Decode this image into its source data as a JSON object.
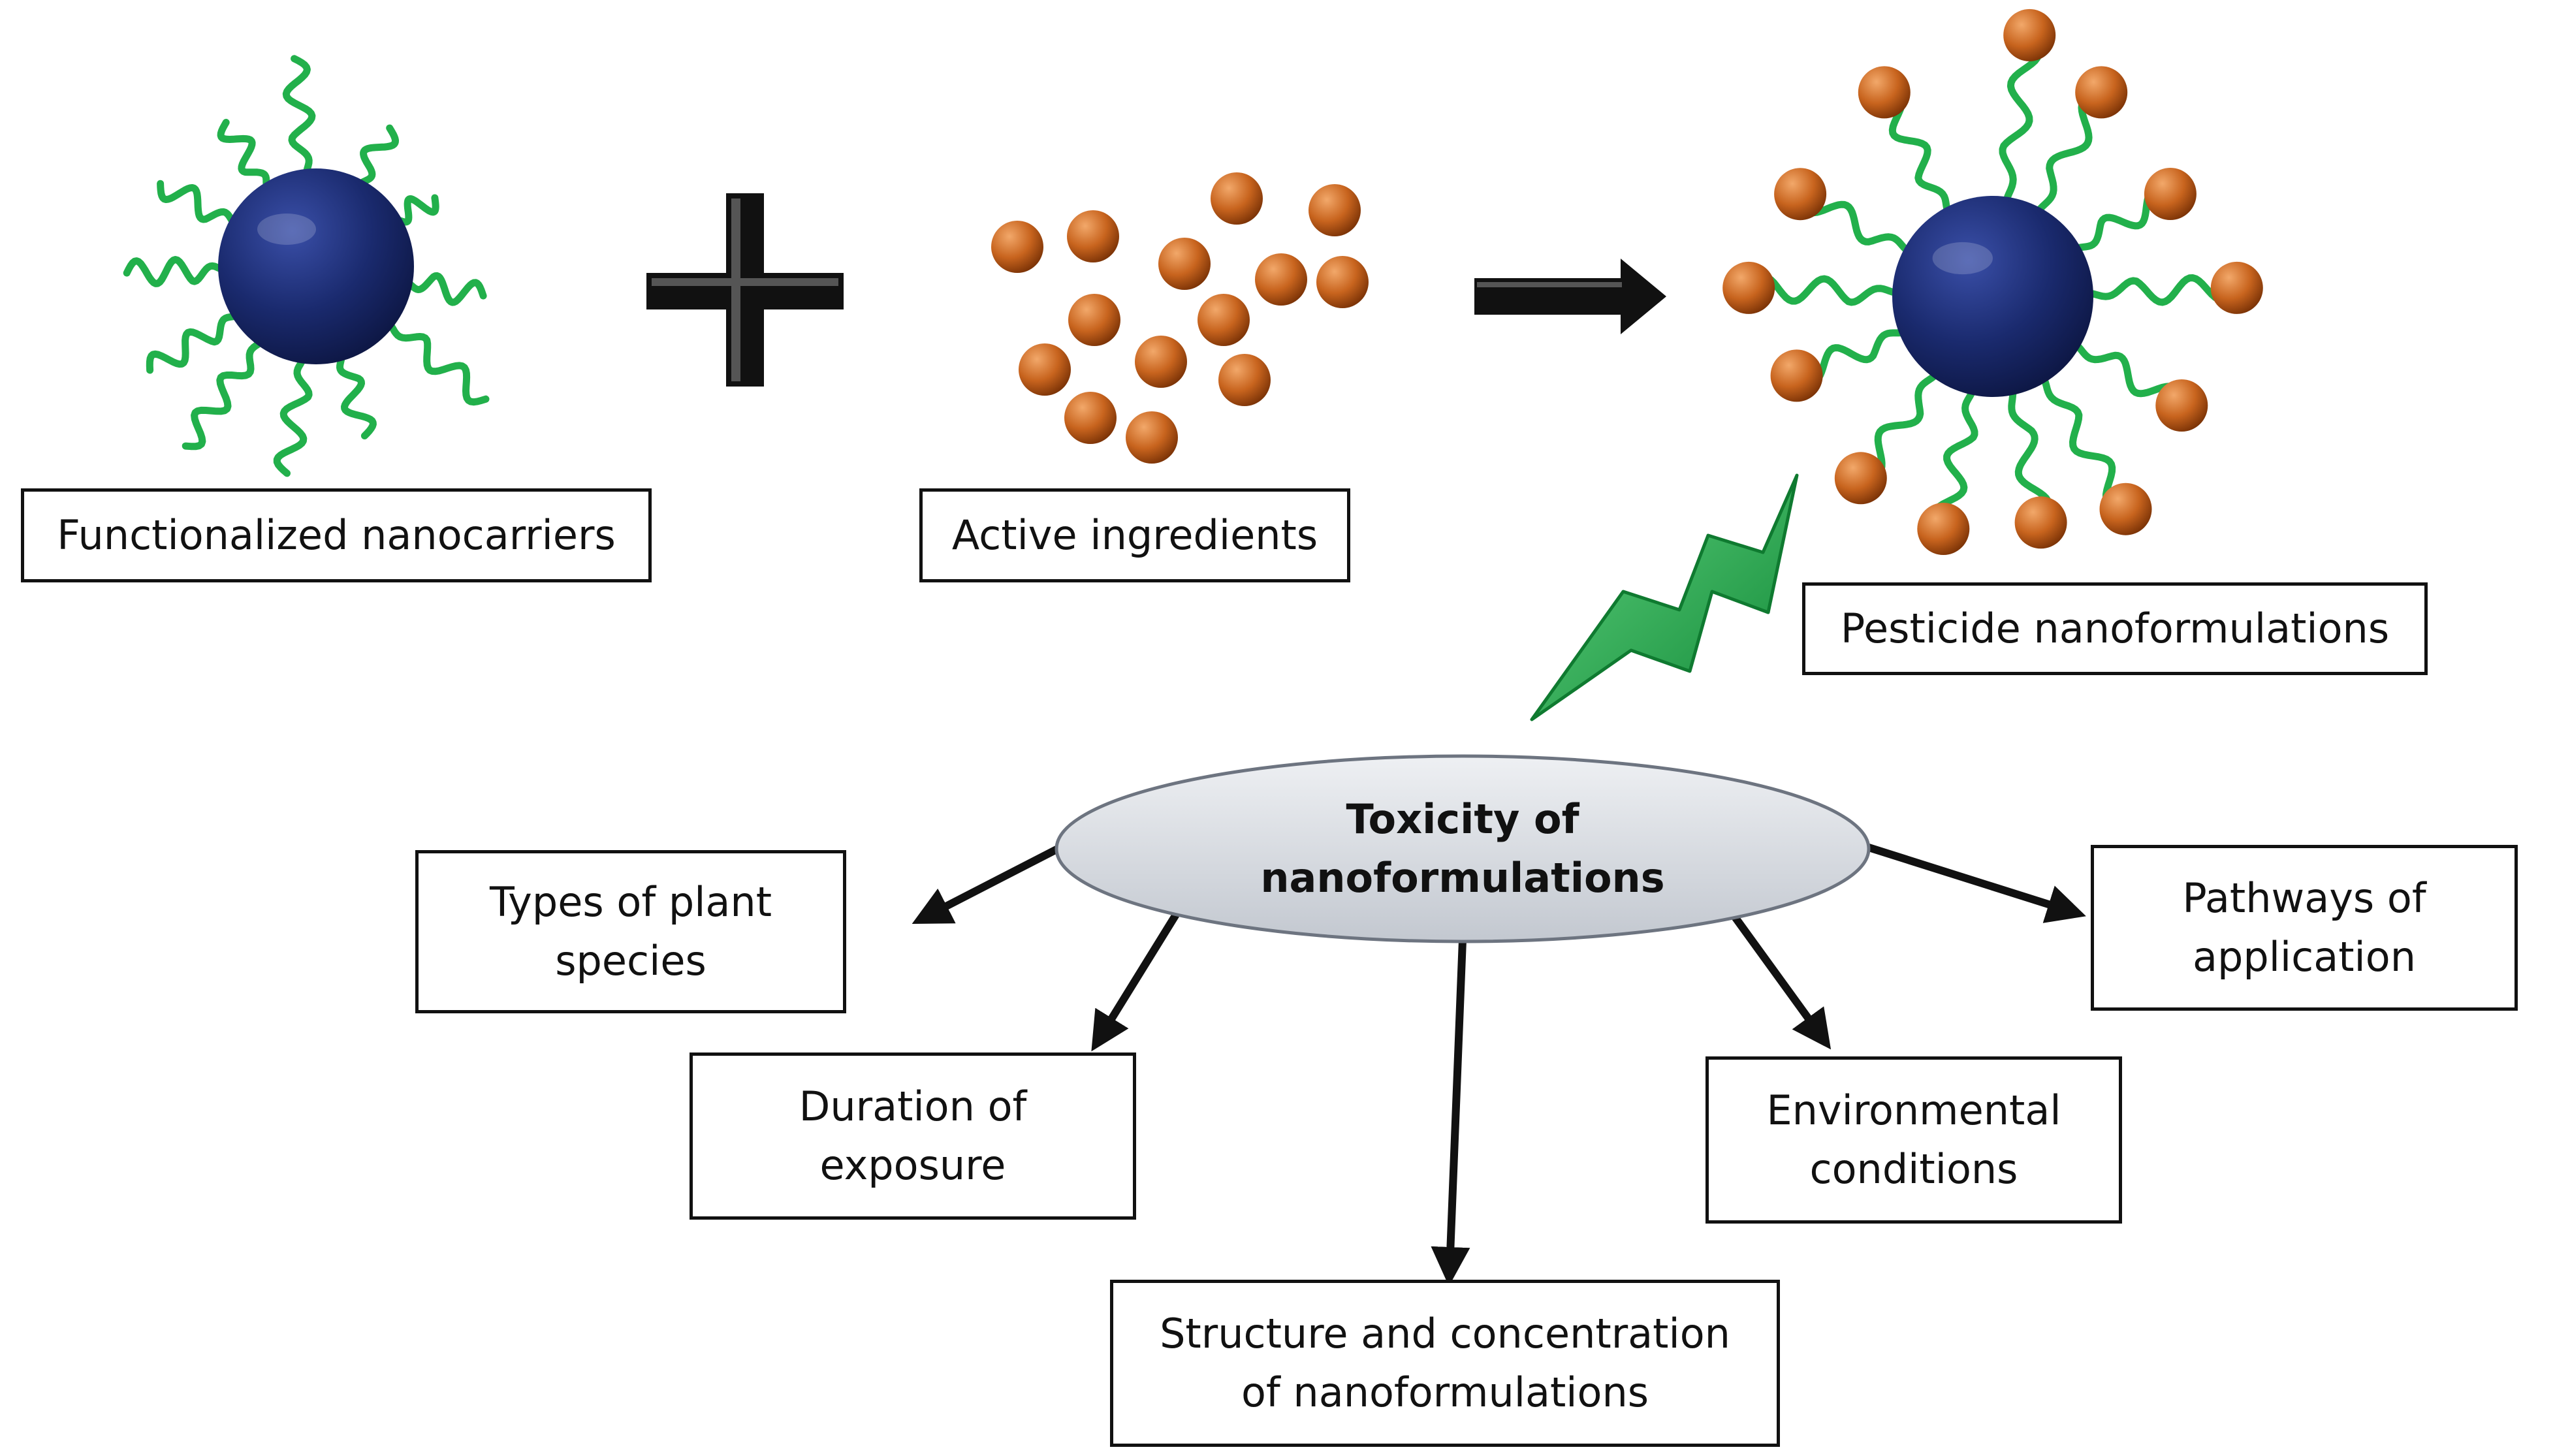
{
  "top_row": {
    "nanocarriers_label": "Functionalized nanocarriers",
    "active_ingredients_label": "Active ingredients",
    "pesticide_label": "Pesticide nanoformulations"
  },
  "center": {
    "line1": "Toxicity of",
    "line2": "nanoformulations"
  },
  "factors": {
    "plant_species": {
      "line1": "Types of plant",
      "line2": "species"
    },
    "duration": {
      "line1": "Duration of",
      "line2": "exposure"
    },
    "structure": {
      "line1": "Structure and concentration",
      "line2": "of nanoformulations"
    },
    "environmental": {
      "line1": "Environmental",
      "line2": "conditions"
    },
    "pathways": {
      "line1": "Pathways of",
      "line2": "application"
    }
  },
  "colors": {
    "core": "#1a2a6e",
    "core_highlight": "#3a4fa8",
    "chain": "#22b04b",
    "particle": "#c8641e",
    "particle_highlight": "#f2a86a",
    "lightning": "#1fa84a",
    "ellipse_fill": "#d9dde3",
    "ellipse_stroke": "#6d7480",
    "ink": "#111111"
  },
  "icons": [
    "plus-icon",
    "right-arrow-icon",
    "lightning-bolt-icon"
  ]
}
